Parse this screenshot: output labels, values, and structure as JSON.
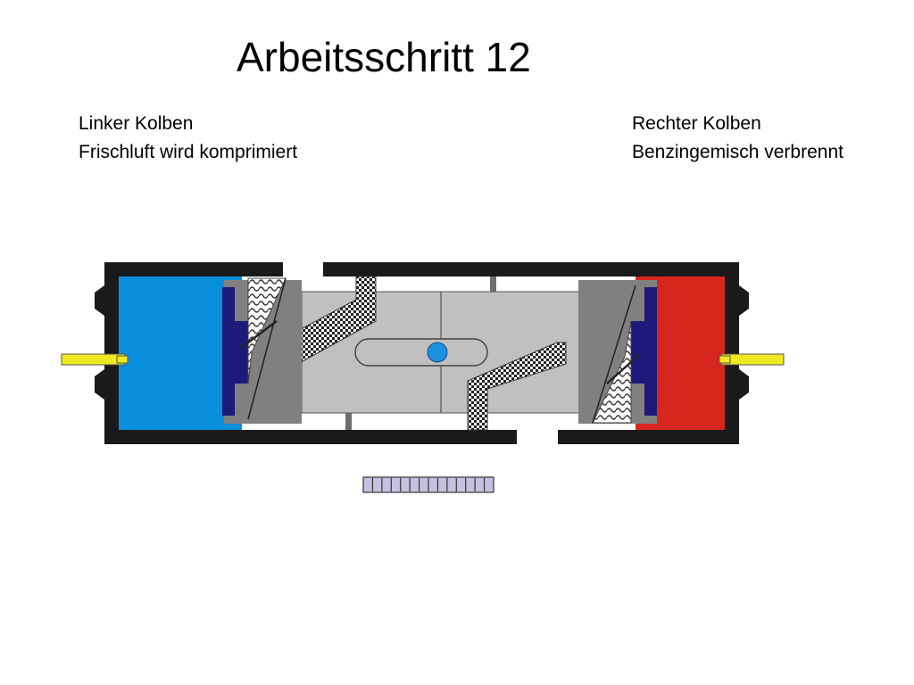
{
  "title": "Arbeitsschritt 12",
  "left_piston": {
    "heading": "Linker Kolben",
    "description": "Frischluft wird komprimiert"
  },
  "right_piston": {
    "heading": "Rechter Kolben",
    "description": "Benzingemisch verbrennt"
  },
  "colors": {
    "left_chamber": "#0a8fdc",
    "right_chamber": "#d7261e",
    "piston_crown": "#1f1a7a",
    "housing": "#1a1a1a",
    "piston_body": "#808080",
    "rotor": "#c0c0c0",
    "shaft": "#f0e820",
    "axle": "#1e90e0",
    "gear_rack": "#c8c0e0"
  }
}
